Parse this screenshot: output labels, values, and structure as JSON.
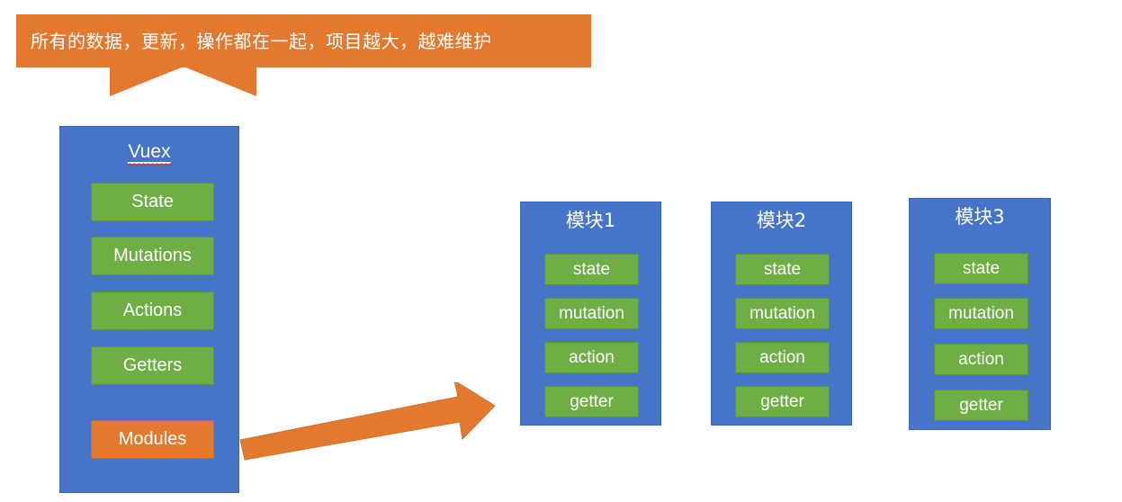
{
  "callout": {
    "text": "所有的数据，更新，操作都在一起，项目越大，越难维护",
    "color": "#E3792E"
  },
  "vuex": {
    "title": "Vuex",
    "color": "#4574C8",
    "items": [
      {
        "label": "State",
        "color": "#6FAD45",
        "highlight": false
      },
      {
        "label": "Mutations",
        "color": "#6FAD45",
        "highlight": false
      },
      {
        "label": "Actions",
        "color": "#6FAD45",
        "highlight": false
      },
      {
        "label": "Getters",
        "color": "#6FAD45",
        "highlight": false
      },
      {
        "label": "Modules",
        "color": "#E3792E",
        "highlight": true
      }
    ]
  },
  "arrow": {
    "name": "modules-to-modules-arrow",
    "color": "#E3792E"
  },
  "modules": [
    {
      "title": "模块1",
      "color": "#4574C8",
      "items": [
        {
          "label": "state",
          "color": "#6FAD45"
        },
        {
          "label": "mutation",
          "color": "#6FAD45"
        },
        {
          "label": "action",
          "color": "#6FAD45"
        },
        {
          "label": "getter",
          "color": "#6FAD45"
        }
      ]
    },
    {
      "title": "模块2",
      "color": "#4574C8",
      "items": [
        {
          "label": "state",
          "color": "#6FAD45"
        },
        {
          "label": "mutation",
          "color": "#6FAD45"
        },
        {
          "label": "action",
          "color": "#6FAD45"
        },
        {
          "label": "getter",
          "color": "#6FAD45"
        }
      ]
    },
    {
      "title": "模块3",
      "color": "#4574C8",
      "items": [
        {
          "label": "state",
          "color": "#6FAD45"
        },
        {
          "label": "mutation",
          "color": "#6FAD45"
        },
        {
          "label": "action",
          "color": "#6FAD45"
        },
        {
          "label": "getter",
          "color": "#6FAD45"
        }
      ]
    }
  ]
}
